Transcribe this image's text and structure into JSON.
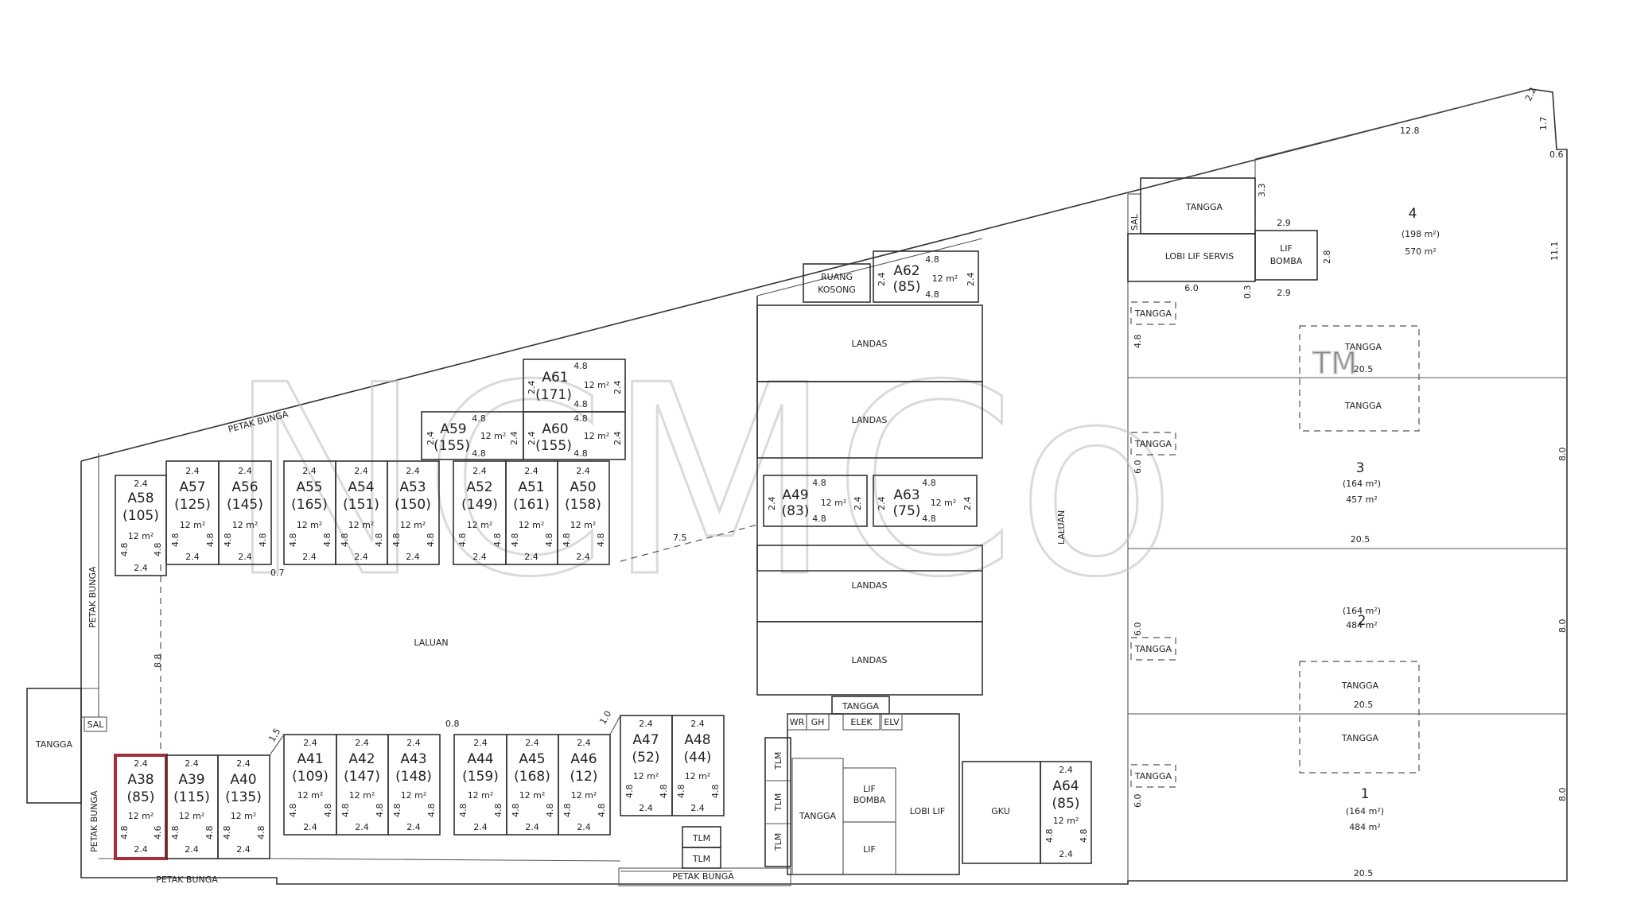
{
  "lots": [
    {
      "id": "a58",
      "code": "A58",
      "num": "(105)",
      "area": "12 m²",
      "top": "2.4",
      "bottom": "2.4",
      "left": "4.8",
      "right": "4.8"
    },
    {
      "id": "a57",
      "code": "A57",
      "num": "(125)",
      "area": "12 m²",
      "top": "2.4",
      "bottom": "2.4",
      "left": "4.8",
      "right": "4.8"
    },
    {
      "id": "a56",
      "code": "A56",
      "num": "(145)",
      "area": "12 m²",
      "top": "2.4",
      "bottom": "2.4",
      "left": "4.8",
      "right": "4.8"
    },
    {
      "id": "a55",
      "code": "A55",
      "num": "(165)",
      "area": "12 m²",
      "top": "2.4",
      "bottom": "2.4",
      "left": "4.8",
      "right": "4.8"
    },
    {
      "id": "a54",
      "code": "A54",
      "num": "(151)",
      "area": "12 m²",
      "top": "2.4",
      "bottom": "2.4",
      "left": "4.8",
      "right": "4.8"
    },
    {
      "id": "a53",
      "code": "A53",
      "num": "(150)",
      "area": "12 m²",
      "top": "2.4",
      "bottom": "2.4",
      "left": "4.8",
      "right": "4.8"
    },
    {
      "id": "a52",
      "code": "A52",
      "num": "(149)",
      "area": "12 m²",
      "top": "2.4",
      "bottom": "2.4",
      "left": "4.8",
      "right": "4.8"
    },
    {
      "id": "a51",
      "code": "A51",
      "num": "(161)",
      "area": "12 m²",
      "top": "2.4",
      "bottom": "2.4",
      "left": "4.8",
      "right": "4.8"
    },
    {
      "id": "a50",
      "code": "A50",
      "num": "(158)",
      "area": "12 m²",
      "top": "2.4",
      "bottom": "2.4",
      "left": "4.8",
      "right": "4.8"
    },
    {
      "id": "a59",
      "code": "A59",
      "num": "(155)",
      "area": "12 m²",
      "top": "4.8",
      "bottom": "4.8",
      "left": "2.4",
      "right": "2.4"
    },
    {
      "id": "a61",
      "code": "A61",
      "num": "(171)",
      "area": "12 m²",
      "top": "4.8",
      "bottom": "4.8",
      "left": "2.4",
      "right": "2.4"
    },
    {
      "id": "a60",
      "code": "A60",
      "num": "(155)",
      "area": "12 m²",
      "top": "4.8",
      "bottom": "4.8",
      "left": "2.4",
      "right": "2.4"
    },
    {
      "id": "a62",
      "code": "A62",
      "num": "(85)",
      "area": "12 m²",
      "top": "4.8",
      "bottom": "4.8",
      "left": "2.4",
      "right": "2.4"
    },
    {
      "id": "a49",
      "code": "A49",
      "num": "(83)",
      "area": "12 m²",
      "top": "4.8",
      "bottom": "4.8",
      "left": "2.4",
      "right": "2.4"
    },
    {
      "id": "a63",
      "code": "A63",
      "num": "(75)",
      "area": "12 m²",
      "top": "4.8",
      "bottom": "4.8",
      "left": "2.4",
      "right": "2.4"
    },
    {
      "id": "a38",
      "code": "A38",
      "num": "(85)",
      "area": "12 m²",
      "top": "2.4",
      "bottom": "2.4",
      "left": "4.8",
      "right": "4.6"
    },
    {
      "id": "a39",
      "code": "A39",
      "num": "(115)",
      "area": "12 m²",
      "top": "2.4",
      "bottom": "2.4",
      "left": "4.8",
      "right": "4.8"
    },
    {
      "id": "a40",
      "code": "A40",
      "num": "(135)",
      "area": "12 m²",
      "top": "2.4",
      "bottom": "2.4",
      "left": "4.8",
      "right": "4.8"
    },
    {
      "id": "a41",
      "code": "A41",
      "num": "(109)",
      "area": "12 m²",
      "top": "2.4",
      "bottom": "2.4",
      "left": "4.8",
      "right": "4.8"
    },
    {
      "id": "a42",
      "code": "A42",
      "num": "(147)",
      "area": "12 m²",
      "top": "2.4",
      "bottom": "2.4",
      "left": "4.8",
      "right": "4.8"
    },
    {
      "id": "a43",
      "code": "A43",
      "num": "(148)",
      "area": "12 m²",
      "top": "2.4",
      "bottom": "2.4",
      "left": "4.8",
      "right": "4.8"
    },
    {
      "id": "a44",
      "code": "A44",
      "num": "(159)",
      "area": "12 m²",
      "top": "2.4",
      "bottom": "2.4",
      "left": "4.8",
      "right": "4.8"
    },
    {
      "id": "a45",
      "code": "A45",
      "num": "(168)",
      "area": "12 m²",
      "top": "2.4",
      "bottom": "2.4",
      "left": "4.8",
      "right": "4.8"
    },
    {
      "id": "a46",
      "code": "A46",
      "num": "(12)",
      "area": "12 m²",
      "top": "2.4",
      "bottom": "2.4",
      "left": "4.8",
      "right": "4.8"
    },
    {
      "id": "a47",
      "code": "A47",
      "num": "(52)",
      "area": "12 m²",
      "top": "2.4",
      "bottom": "2.4",
      "left": "4.8",
      "right": "4.8"
    },
    {
      "id": "a48",
      "code": "A48",
      "num": "(44)",
      "area": "12 m²",
      "top": "2.4",
      "bottom": "2.4",
      "left": "4.8",
      "right": "4.8"
    },
    {
      "id": "a64",
      "code": "A64",
      "num": "(85)",
      "area": "12 m²",
      "top": "2.4",
      "bottom": "2.4",
      "left": "4.8",
      "right": "4.8"
    }
  ],
  "units": [
    {
      "id": "unit4",
      "code": "4",
      "area1": "(198 m²)",
      "area2": "570 m²"
    },
    {
      "id": "unit3",
      "code": "3",
      "area1": "(164 m²)",
      "area2": "457 m²"
    },
    {
      "id": "unit2",
      "code": "2",
      "area1": "(164 m²)",
      "area2": "484 m²"
    },
    {
      "id": "unit1",
      "code": "1",
      "area1": "(164 m²)",
      "area2": "484 m²"
    }
  ],
  "labels": {
    "landas": "LANDAS",
    "laluan": "LALUAN",
    "tangga": "TANGGA",
    "petak_bunga": "PETAK BUNGA",
    "ruang": "RUANG",
    "kosong": "KOSONG",
    "lobi_lif_servis": "LOBI LIF SERVIS",
    "lif": "LIF",
    "bomba": "BOMBA",
    "sal": "SAL",
    "tlm": "TLM",
    "wr": "WR",
    "gh": "GH",
    "elek": "ELEK",
    "elv": "ELV",
    "lobi_lif": "LOBI LIF",
    "gku": "GKU"
  },
  "dims": {
    "d2_2": "2.2",
    "d1_7": "1.7",
    "d0_6": "0.6",
    "d12_8": "12.8",
    "d3_3": "3.3",
    "d2_9": "2.9",
    "d2_8": "2.8",
    "d6_0": "6.0",
    "d0_3": "0.3",
    "d11_1": "11.1",
    "d8_0": "8.0",
    "d20_5": "20.5",
    "d4_8": "4.8",
    "d7_5": "7.5",
    "d0_7": "0.7",
    "d0_8": "0.8",
    "d1_5": "1.5",
    "d1_0": "1.0",
    "d8_8": "8.8"
  },
  "watermark": {
    "text": "NCMCo",
    "mark": "TM"
  },
  "highlight_color": "#a3313c"
}
